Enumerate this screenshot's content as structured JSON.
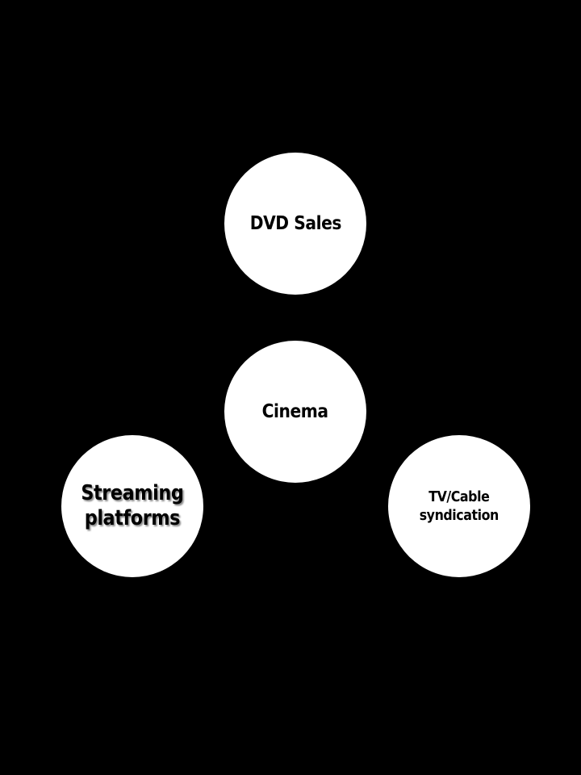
{
  "diagram": {
    "nodes": {
      "top": {
        "label": "DVD Sales"
      },
      "center": {
        "label": "Cinema"
      },
      "left": {
        "label_line1": "Streaming",
        "label_line2": "platforms"
      },
      "right": {
        "label_line1": "TV/Cable",
        "label_line2": "syndication"
      }
    },
    "colors": {
      "background": "#000000",
      "node_fill": "#ffffff",
      "node_text": "#000000"
    }
  }
}
